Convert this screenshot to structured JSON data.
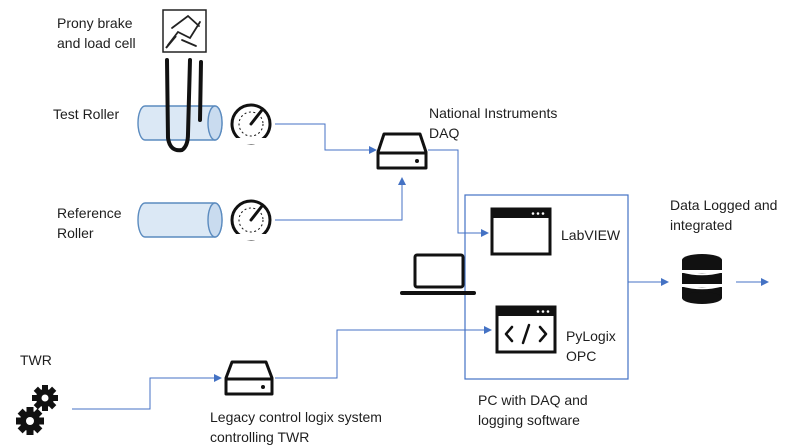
{
  "labels": {
    "prony_l1": "Prony brake",
    "prony_l2": "and load cell",
    "test_roller": "Test Roller",
    "ni_l1": "National Instruments",
    "ni_l2": "DAQ",
    "ref_l1": "Reference",
    "ref_l2": "Roller",
    "labview": "LabVIEW",
    "pylogix_l1": "PyLogix",
    "pylogix_l2": "OPC",
    "pc_l1": "PC with DAQ and",
    "pc_l2": "logging software",
    "data_l1": "Data Logged and",
    "data_l2": "integrated",
    "twr": "TWR",
    "legacy_l1": "Legacy control logix system",
    "legacy_l2": "controlling TWR"
  },
  "icons": {
    "prony": "prony-brake-icon",
    "test_roller": "roller-cylinder-icon",
    "gauge": "gauge-icon",
    "daq": "hard-drive-icon",
    "window": "app-window-icon",
    "code": "code-window-icon",
    "laptop": "laptop-icon",
    "database": "database-icon",
    "gears": "gears-icon"
  },
  "colors": {
    "line": "#4472c4",
    "roller_fill": "#dbe8f5",
    "roller_stroke": "#5b8bbf",
    "icon": "#111111"
  }
}
